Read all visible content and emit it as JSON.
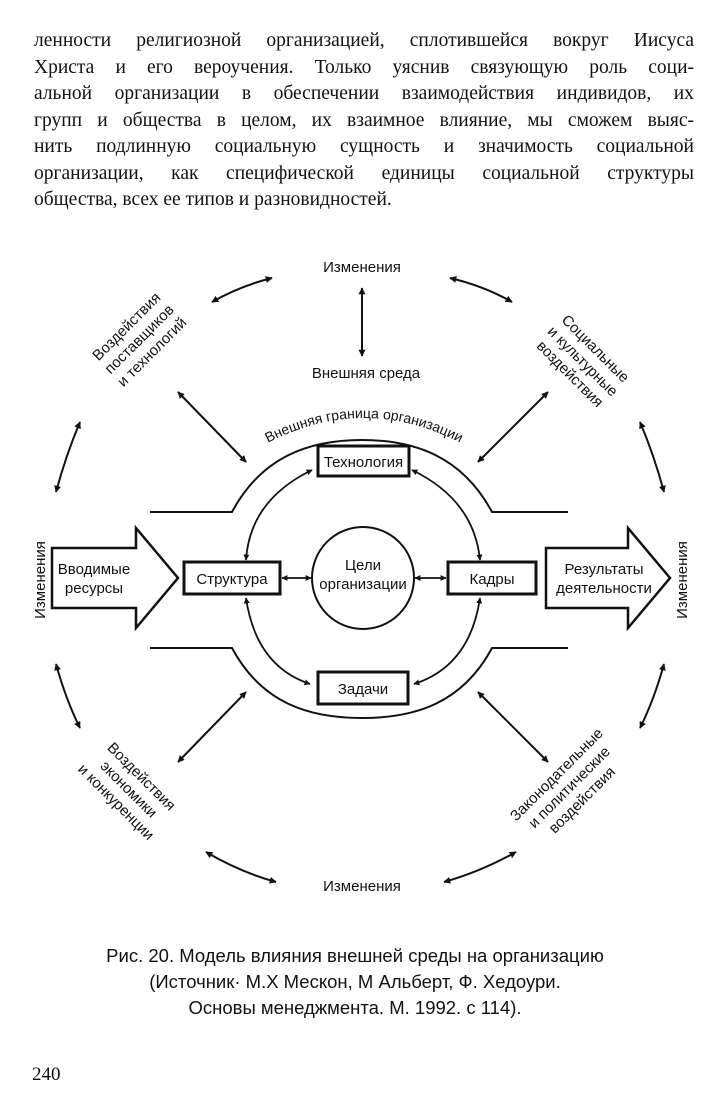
{
  "body_text": [
    "ленности религиозной организацией, сплотившейся вокруг Иисуса",
    "Христа и его вероучения. Только уяснив связующую роль соци-",
    "альной организации в обеспечении взаимодействия индивидов, их",
    "групп и общества в целом, их взаимное влияние, мы сможем выяс-",
    "нить подлинную социальную сущность и значимость социальной",
    "организации, как специфической единицы социальной структуры",
    "общества, всех ее типов и разновидностей."
  ],
  "diagram": {
    "changes_top": "Изменения",
    "changes_bottom": "Изменения",
    "changes_left": "Изменения",
    "changes_right": "Изменения",
    "external_env": "Внешняя среда",
    "boundary": "Внешняя граница организации",
    "top_left": [
      "Воздействия",
      "поставщиков",
      "и технологий"
    ],
    "top_right": [
      "Социальные",
      "и культурные",
      "воздействия"
    ],
    "bottom_left": [
      "Воздействия",
      "экономики",
      "и конкуренции"
    ],
    "bottom_right": [
      "Законодательные",
      "и политические",
      "воздействия"
    ],
    "technology": "Технология",
    "structure": "Структура",
    "staff": "Кадры",
    "tasks": "Задачи",
    "goals": [
      "Цели",
      "организации"
    ],
    "inputs": [
      "Вводимые",
      "ресурсы"
    ],
    "outputs": [
      "Результаты",
      "деятельности"
    ]
  },
  "caption": [
    "Рис. 20. Модель влияния внешней среды на организацию",
    "(Источник· М.Х  Мескон, М  Альберт, Ф. Хедоури.",
    "Основы менеджмента. М. 1992. с  114)."
  ],
  "page_number": "240"
}
